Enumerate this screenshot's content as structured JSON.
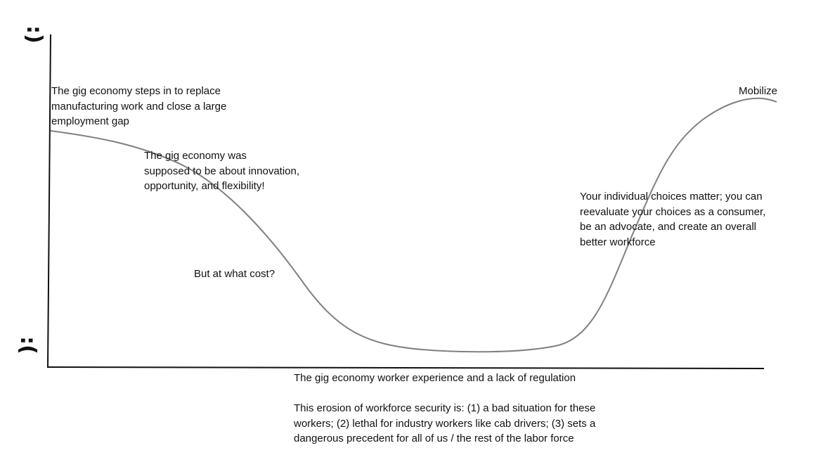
{
  "faces": {
    "happy": ":)",
    "sad": ":("
  },
  "annotations": {
    "start": "The gig economy steps in to replace\nmanufacturing work and close a large\nemployment gap",
    "supposed": "The gig economy was\nsupposed to be about innovation,\nopportunity, and flexibility!",
    "cost": "But at what cost?",
    "choices": "Your individual choices matter; you can\nreevaluate your choices as a consumer,\nbe an advocate, and create an overall\nbetter workforce",
    "mobilize": "Mobilize"
  },
  "x_axis_label": "The gig economy worker experience and a lack of regulation",
  "footnote": "This erosion of workforce security is: (1) a bad situation for these\nworkers; (2) lethal for industry workers like cab drivers; (3) sets a\ndangerous precedent for all of us / the rest of the labor force",
  "colors": {
    "axis": "#111111",
    "curve": "#808080",
    "text": "#111111"
  }
}
